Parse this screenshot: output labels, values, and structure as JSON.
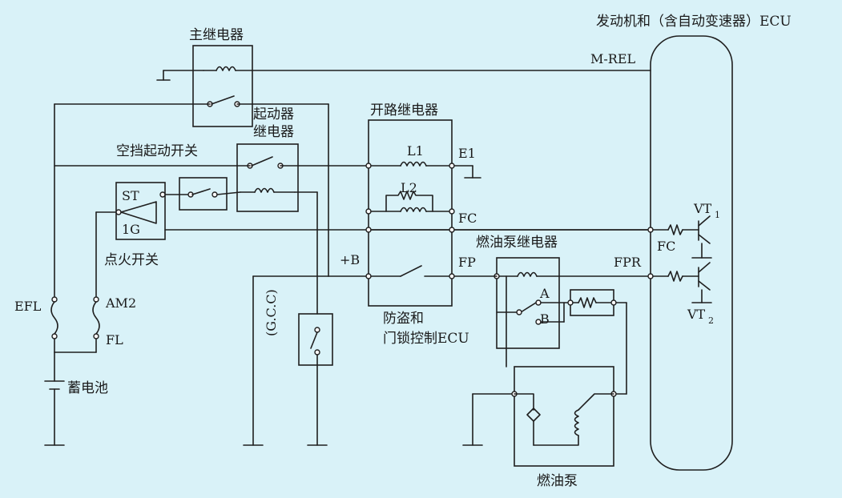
{
  "labels": {
    "ecu": "发动机和（含自动变速器）ECU",
    "main_relay": "主继电器",
    "m_rel": "M-REL",
    "starter_relay_1": "起动器",
    "starter_relay_2": "继电器",
    "circuit_opening_relay": "开路继电器",
    "neutral_start_switch": "空挡起动开关",
    "l1": "L1",
    "e1": "E1",
    "l2": "L2",
    "fc": "FC",
    "fc_ecu": "FC",
    "vt": "VT",
    "vt1_sub": "1",
    "vt2_sub": "2",
    "st": "ST",
    "ig": "1G",
    "ignition_switch": "点火开关",
    "plus_b": "+B",
    "fp": "FP",
    "fuel_pump_relay": "燃油泵继电器",
    "fpr": "FPR",
    "a": "A",
    "b": "B",
    "efl": "EFL",
    "am2": "AM2",
    "fl": "FL",
    "gcc": "(G.C.C)",
    "anti_theft_1": "防盗和",
    "anti_theft_2": "门锁控制ECU",
    "battery": "蓄电池",
    "fuel_pump": "燃油泵"
  },
  "colors": {
    "background": "#d9f2f8",
    "line": "#1f1f1f"
  }
}
